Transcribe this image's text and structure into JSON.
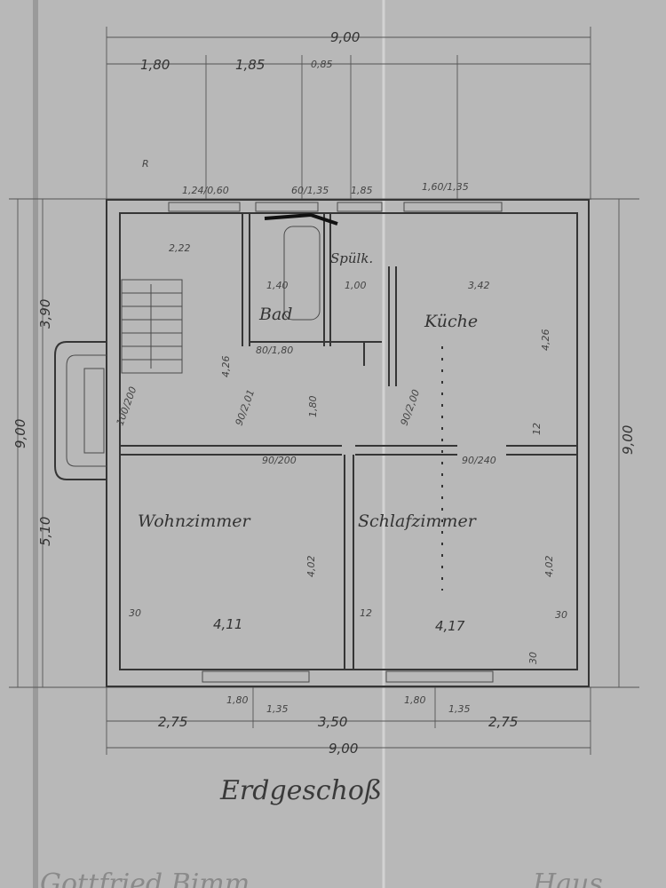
{
  "title": "Erdgeschoß",
  "footer": {
    "left": "Gottfried Bimm",
    "right": "Haus"
  },
  "rooms": {
    "bath": "Bad",
    "kitchen": "Küche",
    "scullery": "Spülk.",
    "living": "Wohnzimmer",
    "bedroom": "Schlafzimmer"
  },
  "dims_top": {
    "total": "9,00",
    "seg1": "1,80",
    "seg2": "1,85",
    "seg3": "0,85"
  },
  "windows_top": [
    "1,24/0,60",
    "60/1,35",
    "1,85",
    "1,60/1,35"
  ],
  "dims_bottom": {
    "win1": "1,80",
    "win1b": "1,35",
    "win2": "1,80",
    "win2b": "1,35",
    "seg1": "2,75",
    "seg2": "3,50",
    "seg3": "2,75",
    "total": "9,00"
  },
  "dims_left": {
    "upper": "3,90",
    "lower": "5,10",
    "total": "9,00"
  },
  "dims_right": {
    "total": "9,00"
  },
  "interior": {
    "stair_width": "2,22",
    "bath_width": "1,40",
    "scullery_width": "1,00",
    "kitchen_width": "3,42",
    "bath_door": "80/1,80",
    "stair_height": "4,26",
    "kitchen_height": "4,26",
    "entry_door": "100/200",
    "hall_door": "90/2,01",
    "hall_depth": "1,80",
    "kitchen_door": "90/2,00",
    "living_door": "90/200",
    "bedroom_door": "90/240",
    "living_height": "4,02",
    "bedroom_height": "4,02",
    "living_width": "4,11",
    "bedroom_width": "4,17",
    "wall_a": "30",
    "wall_b": "12",
    "wall_c": "30",
    "wall_d": "30",
    "wall_e": "12",
    "mark_r": "R"
  }
}
